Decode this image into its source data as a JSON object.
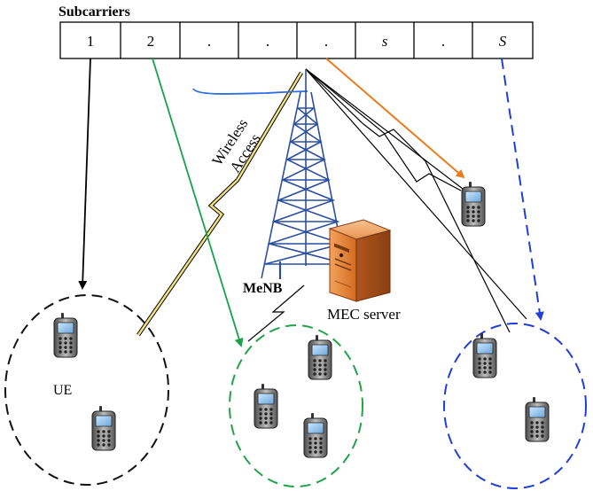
{
  "title": "Subcarriers",
  "subcarrier_cells": [
    "1",
    "2",
    ".",
    ".",
    ".",
    "s",
    ".",
    "S"
  ],
  "wireless_access_line1": "Wireless",
  "wireless_access_line2": "Access",
  "menb_label": "MeNB",
  "mec_label": "MEC server",
  "ue_label": "UE",
  "icons": {
    "tower": "cell-tower-icon",
    "server": "server-icon",
    "phone": "mobile-phone-icon"
  },
  "colors": {
    "subcarrier_1": "#000000",
    "subcarrier_2": "#16a34a",
    "subcarrier_3": "#ea7b1f",
    "subcarrier_S": "#1f3fd6",
    "tower": "#2b4f9e",
    "server": "#e0823a",
    "wireless_link": "#f2e27a"
  }
}
